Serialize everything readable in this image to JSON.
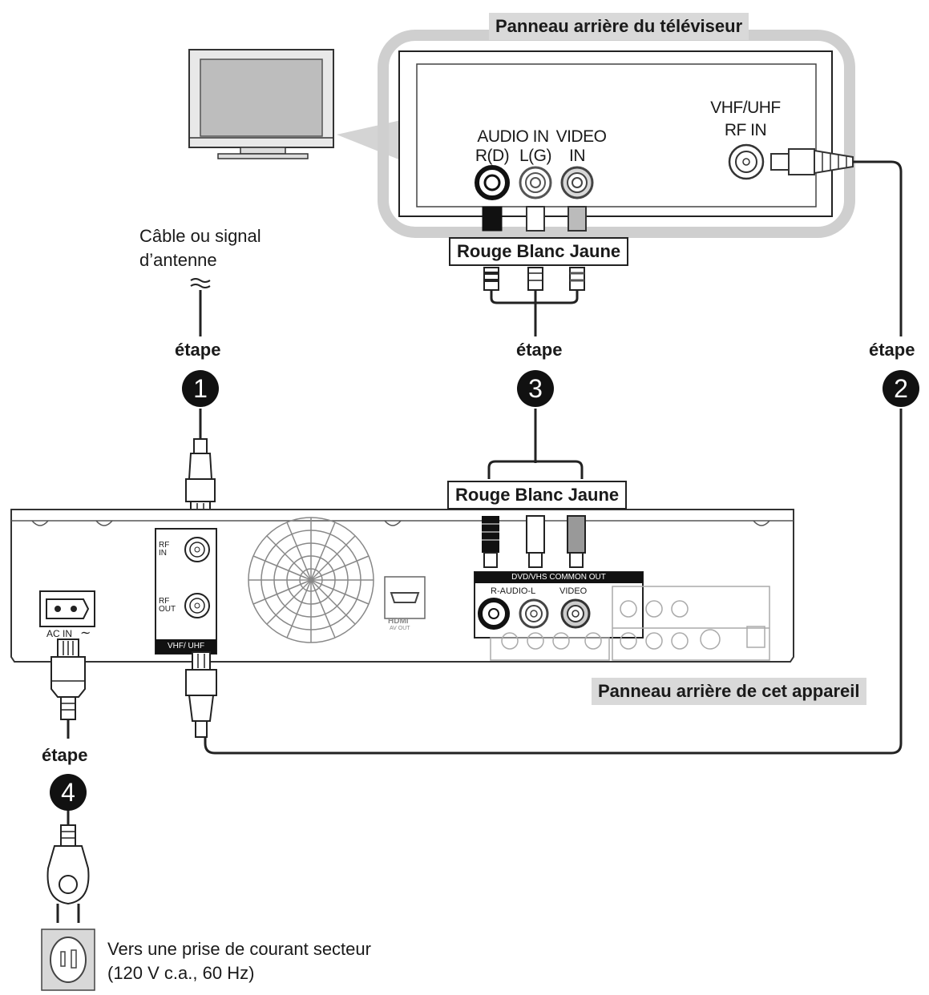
{
  "tv_panel": {
    "title": "Panneau arrière du téléviseur",
    "audio_in": "AUDIO IN",
    "r_d": "R(D)",
    "l_g": "L(G)",
    "video": "VIDEO",
    "in": "IN",
    "vhf_uhf": "VHF/UHF",
    "rf_in": "RF IN"
  },
  "color_labels_top": "Rouge Blanc Jaune",
  "color_labels_bottom": "Rouge Blanc Jaune",
  "antenna_label": {
    "line1": "Câble ou signal",
    "line2": "d’antenne"
  },
  "steps": [
    {
      "label": "étape",
      "number": "1"
    },
    {
      "label": "étape",
      "number": "2"
    },
    {
      "label": "étape",
      "number": "3"
    },
    {
      "label": "étape",
      "number": "4"
    }
  ],
  "device_panel": {
    "title": "Panneau arrière de cet appareil",
    "rf_in": "RF\nIN",
    "rf_out": "RF\nOUT",
    "vhf_uhf": "VHF/ UHF",
    "ac_in": "AC IN",
    "common_out": "DVD/VHS COMMON OUT",
    "r_audio_l": "R-AUDIO-L",
    "video": "VIDEO",
    "hdmi": "HDMI",
    "av_out": "AV OUT"
  },
  "outlet": {
    "line1": "Vers une prise de courant secteur",
    "line2": "(120 V c.a., 60 Hz)"
  }
}
